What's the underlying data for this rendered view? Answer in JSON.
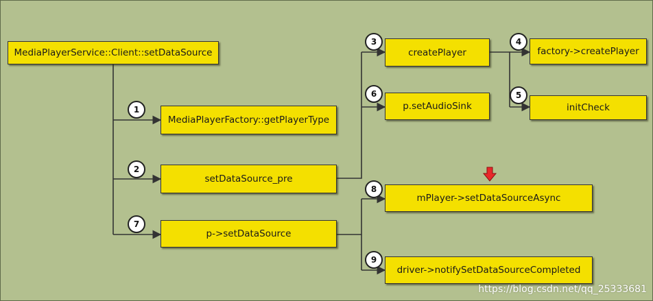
{
  "colors": {
    "background": "#b3c08f",
    "node_fill": "#f4e000",
    "node_border": "#333333",
    "connector": "#333333",
    "marker": "#e8282a"
  },
  "nodes": {
    "root": "MediaPlayerService::Client::setDataSource",
    "get_player_type": "MediaPlayerFactory::getPlayerType",
    "set_data_source_pre": "setDataSource_pre",
    "p_set_data_source": "p->setDataSource",
    "create_player": "createPlayer",
    "set_audio_sink": "p.setAudioSink",
    "factory_create_player": "factory->createPlayer",
    "init_check": "initCheck",
    "set_data_source_async": "mPlayer->setDataSourceAsync",
    "notify_completed": "driver->notifySetDataSourceCompleted"
  },
  "steps": {
    "get_player_type": "1",
    "set_data_source_pre": "2",
    "create_player": "3",
    "factory_create_player": "4",
    "init_check": "5",
    "set_audio_sink": "6",
    "p_set_data_source": "7",
    "set_data_source_async": "8",
    "notify_completed": "9"
  },
  "highlight": {
    "icon": "down-arrow-icon",
    "target": "set_data_source_async"
  },
  "watermark": "https://blog.csdn.net/qq_25333681"
}
